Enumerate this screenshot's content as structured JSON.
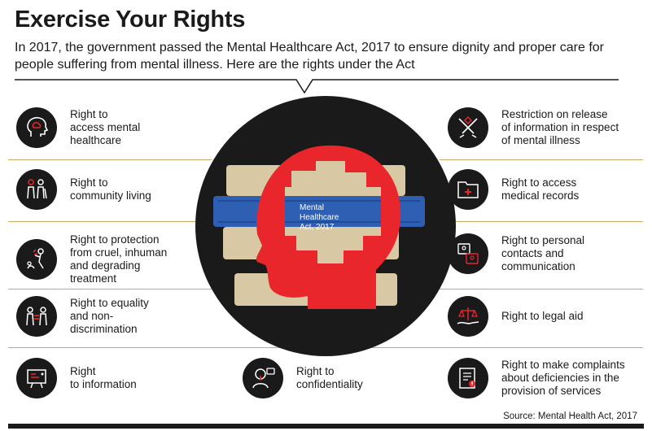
{
  "title": "Exercise Your Rights",
  "intro": "In 2017, the government passed the Mental Healthcare Act, 2017 to ensure dignity and proper care for people suffering from mental illness. Here are the rights under the Act",
  "book_label_line1": "Mental",
  "book_label_line2": "Healthcare",
  "book_label_line3": "Act, 2017",
  "left_rights": [
    {
      "label": "Right to\naccess mental\nhealthcare",
      "icon": "brain-head-icon"
    },
    {
      "label": "Right to\ncommunity living",
      "icon": "family-icon"
    },
    {
      "label": "Right to protection\nfrom cruel, inhuman\nand degrading\ntreatment",
      "icon": "abuse-icon"
    },
    {
      "label": "Right to equality\nand non-\ndiscrimination",
      "icon": "equality-icon"
    },
    {
      "label": "Right\nto information",
      "icon": "information-board-icon"
    }
  ],
  "middle_right": {
    "label": "Right to\nconfidentiality",
    "icon": "secret-person-icon"
  },
  "right_rights": [
    {
      "label": "Restriction on release\nof information in respect\nof mental illness",
      "icon": "crossed-swords-icon"
    },
    {
      "label": "Right to access\nmedical records",
      "icon": "medical-records-icon"
    },
    {
      "label": "Right to personal\ncontacts and\ncommunication",
      "icon": "contacts-icon"
    },
    {
      "label": "Right to legal aid",
      "icon": "legal-scale-icon"
    },
    {
      "label": "Right to make complaints\nabout deficiencies in the\nprovision of services",
      "icon": "complaint-form-icon"
    }
  ],
  "source": "Source: Mental Health Act, 2017",
  "colors": {
    "accent_red": "#e8262b",
    "dark": "#1a1a1a",
    "book_tan": "#d8c9a4",
    "book_blue": "#2f5fb3",
    "divider": "#c9a76a"
  }
}
